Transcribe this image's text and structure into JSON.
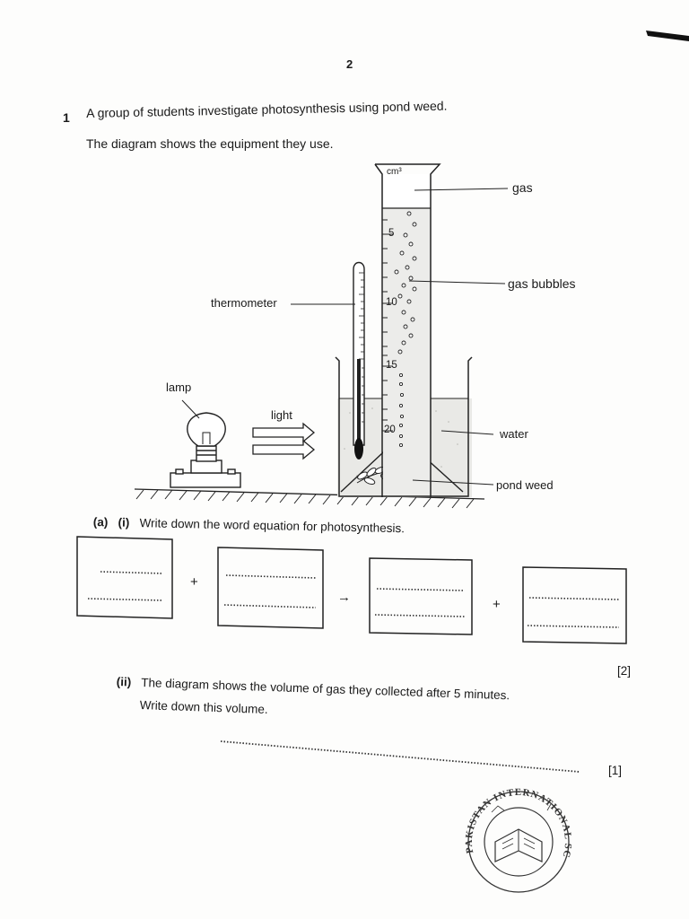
{
  "page_number": "2",
  "question": {
    "number": "1",
    "text": "A group of students investigate photosynthesis using pond weed.",
    "intro": "The diagram shows the equipment they use."
  },
  "diagram": {
    "unit": "cm³",
    "scale_labels": [
      "5",
      "10",
      "15",
      "20"
    ],
    "labels": {
      "gas": "gas",
      "gas_bubbles": "gas bubbles",
      "thermometer": "thermometer",
      "lamp": "lamp",
      "light": "light",
      "water": "water",
      "pond_weed": "pond weed"
    }
  },
  "part_a_i": {
    "label_a": "(a)",
    "label_i": "(i)",
    "text": "Write down the word equation for photosynthesis.",
    "plus_1": "+",
    "arrow": "→",
    "plus_2": "+",
    "marks": "[2]"
  },
  "part_a_ii": {
    "label": "(ii)",
    "text": "The diagram shows the volume of gas they collected after 5 minutes.",
    "text2": "Write down this volume.",
    "marks": "[1]"
  },
  "stamp": {
    "text": "PAKISTAN INTERNATIONAL SCHOOL"
  }
}
